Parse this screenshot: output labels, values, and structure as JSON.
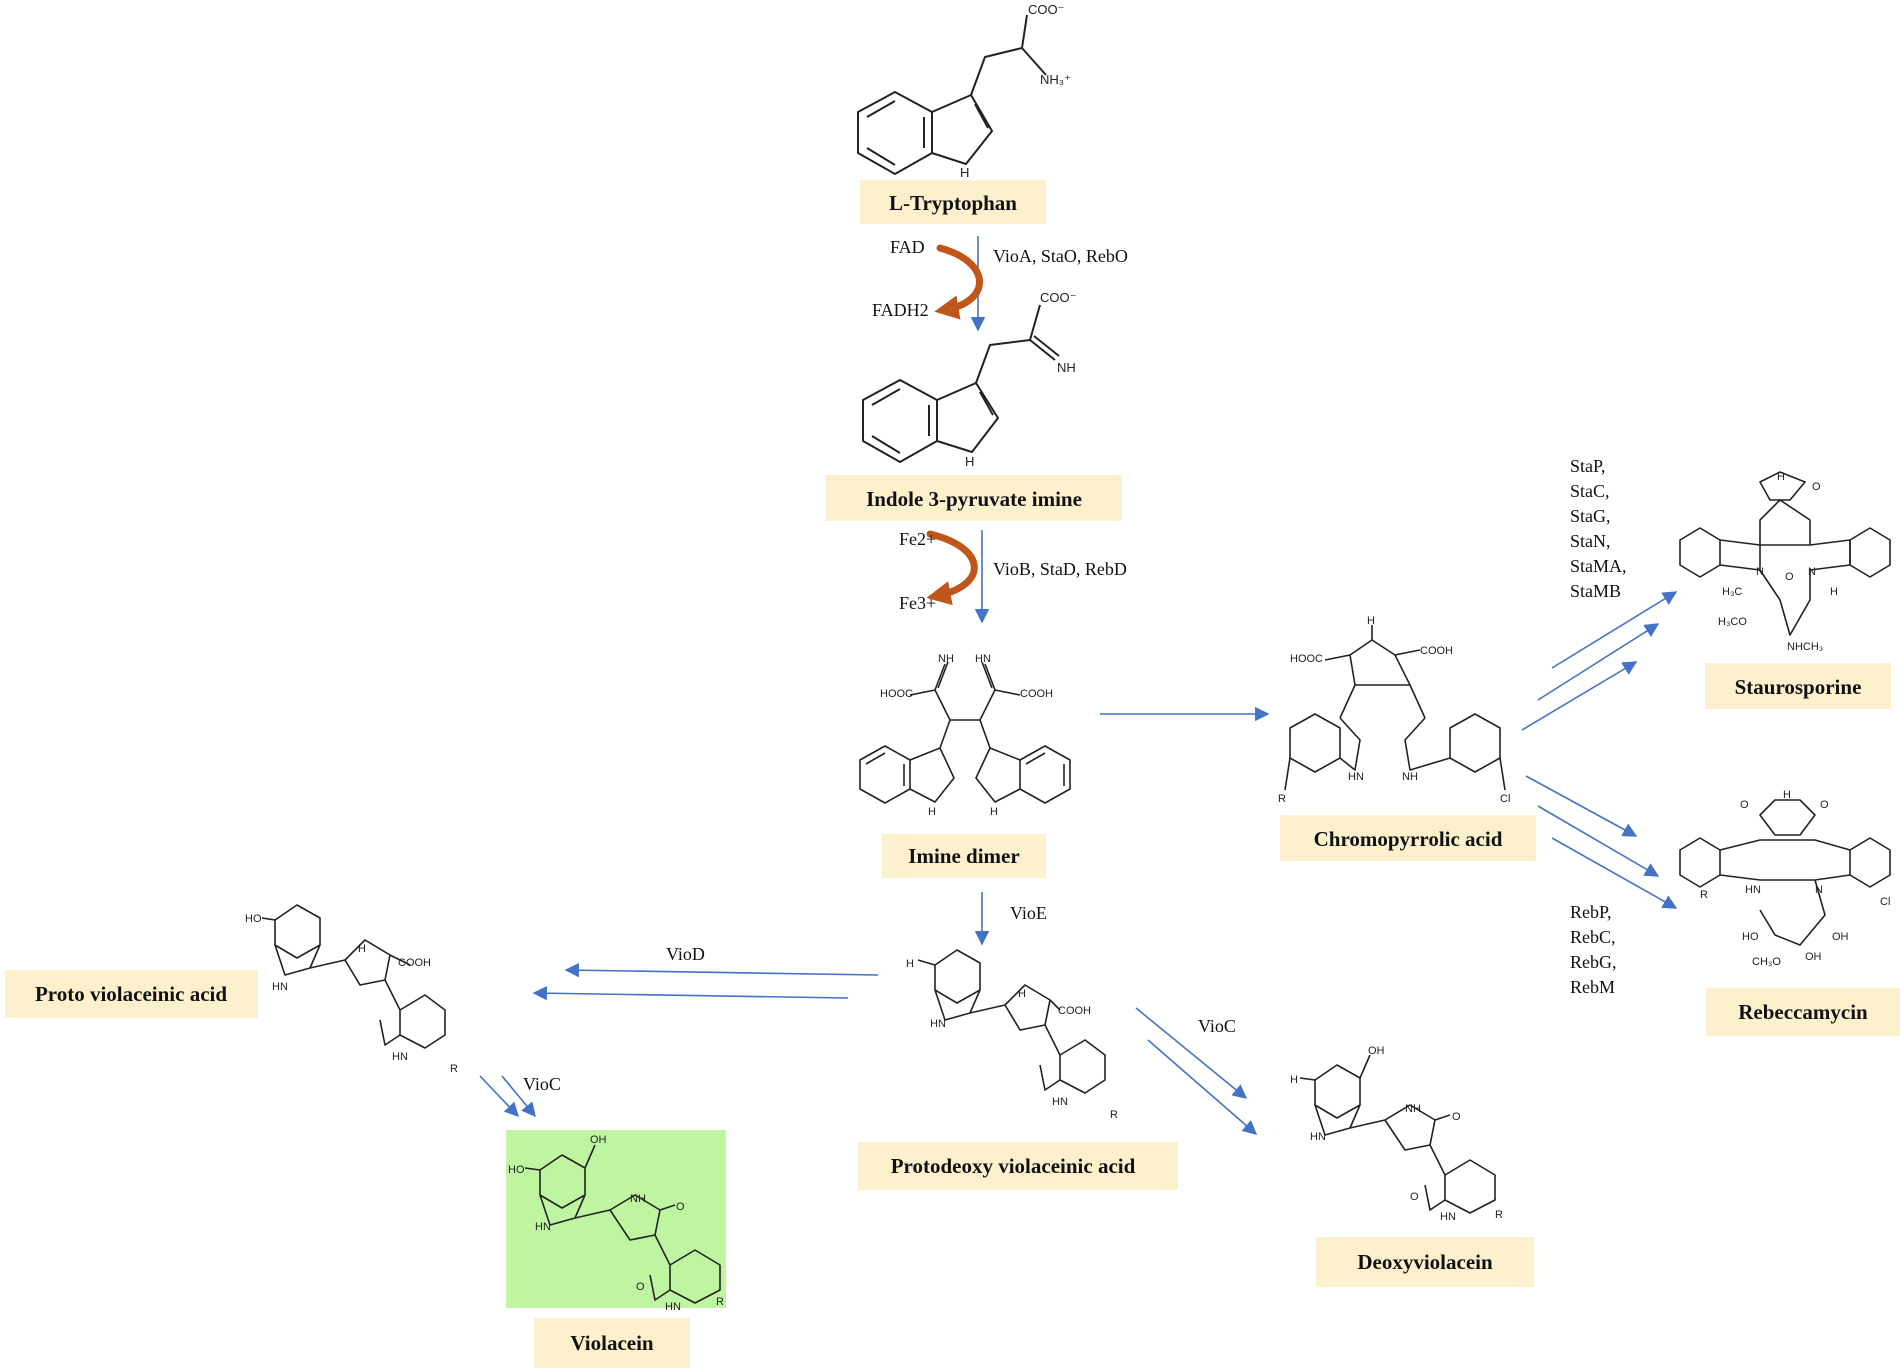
{
  "compounds": {
    "l_tryptophan": "L-Tryptophan",
    "indole_pyruvate_imine": "Indole 3-pyruvate imine",
    "imine_dimer": "Imine dimer",
    "chromopyrrolic_acid": "Chromopyrrolic acid",
    "staurosporine": "Staurosporine",
    "rebeccamycin": "Rebeccamycin",
    "proto_violaceinic_acid": "Proto violaceinic acid",
    "protodeoxy_violaceinic_acid": "Protodeoxy violaceinic acid",
    "deoxyviolacein": "Deoxyviolacein",
    "violacein": "Violacein"
  },
  "enzymes": {
    "step1": "VioA, StaO, RebO",
    "step2": "VioB, StaD, RebD",
    "vioE": "VioE",
    "vioD": "VioD",
    "vioC_left": "VioC",
    "vioC_right": "VioC",
    "sta_list": [
      "StaP,",
      "StaC,",
      "StaG,",
      "StaN,",
      "StaMA,",
      "StaMB"
    ],
    "reb_list": [
      "RebP,",
      "RebC,",
      "RebG,",
      "RebM"
    ]
  },
  "cofactors": {
    "fad": "FAD",
    "fadh2": "FADH2",
    "fe2": "Fe2+",
    "fe3": "Fe3+"
  },
  "atoms": {
    "coo_minus": "COO⁻",
    "nh3_plus": "NH₃⁺",
    "nh": "NH",
    "h_nh": "H",
    "n_label": "N",
    "hn": "HN",
    "hooc": "HOOC",
    "cooh": "COOH",
    "oh": "OH",
    "ho": "HO",
    "r": "R",
    "cl": "Cl",
    "o": "O",
    "h": "H",
    "h3c": "H₃C",
    "h3co": "H₃CO",
    "nhch3": "NHCH₃",
    "ch3o": "CH₃O"
  },
  "colors": {
    "label_box": "#fdf0cc",
    "violacein_highlight": "#bff5a0",
    "arrow": "#4472c4",
    "cofactor_curve": "#c0561a"
  }
}
